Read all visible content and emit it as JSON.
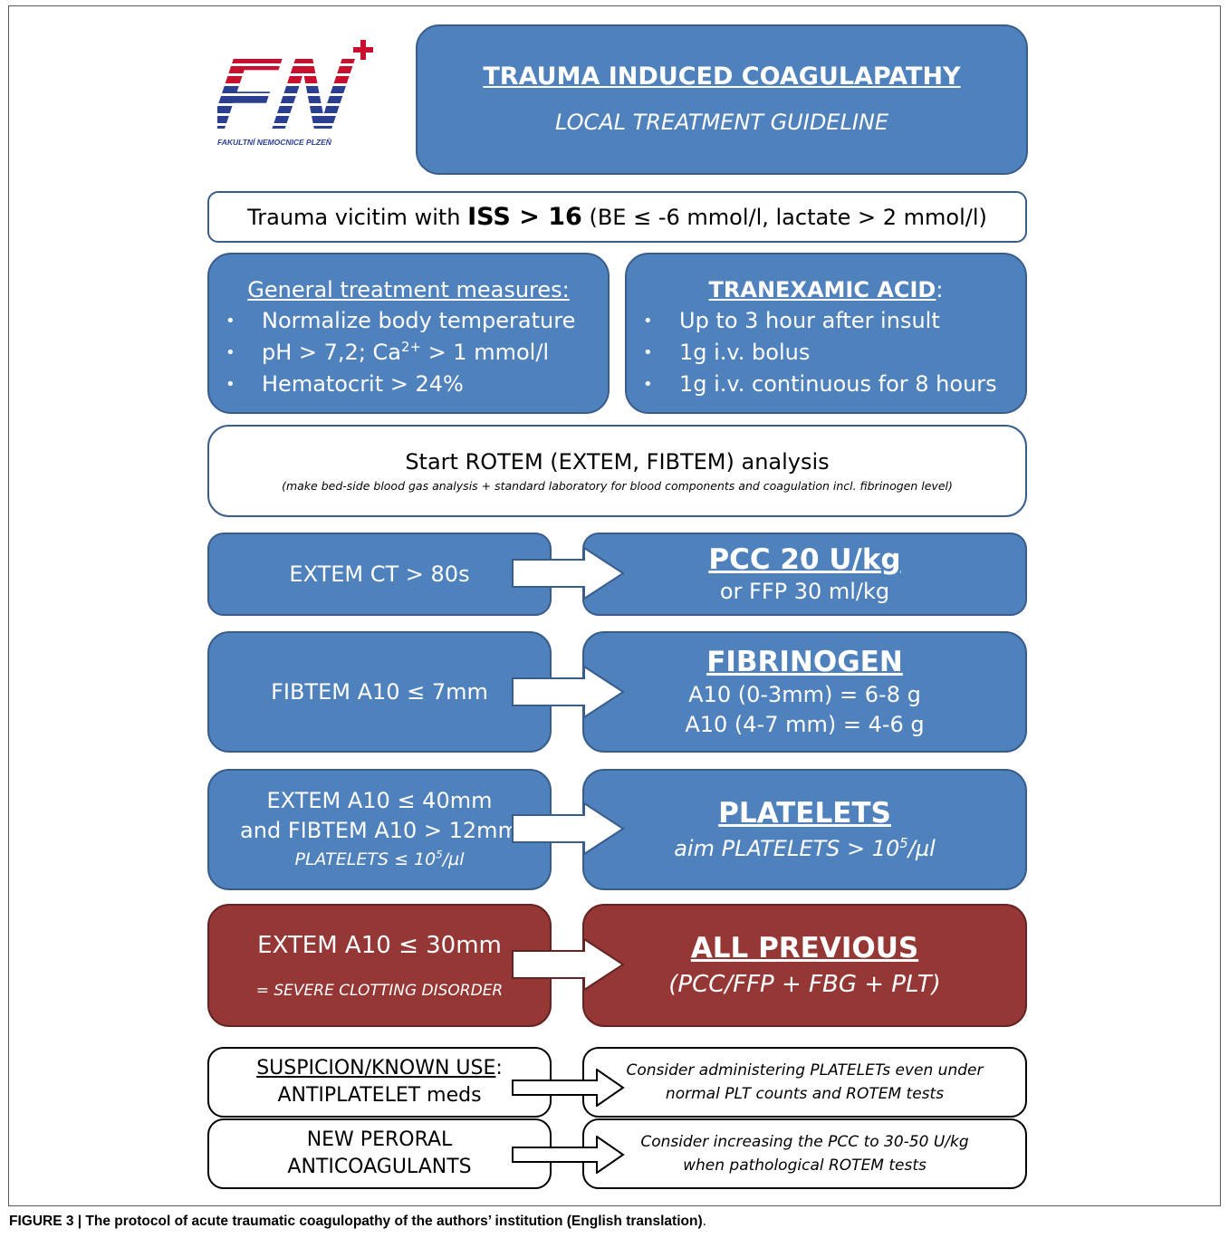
{
  "header": {
    "logo_text": "FN",
    "logo_subtitle": "FAKULTNÍ NEMOCNICE PLZEŇ",
    "title": "TRAUMA INDUCED COAGULAPATHY",
    "subtitle": "LOCAL TREATMENT GUIDELINE"
  },
  "entry": {
    "prefix": "Trauma vicitim with ",
    "bold": "ISS > 16",
    "suffix": " (BE ≤ -6 mmol/l, lactate > 2 mmol/l)"
  },
  "general": {
    "heading": "General treatment measures:",
    "items": [
      "Normalize body temperature",
      "pH > 7,2;  Ca",
      "2+",
      " > 1 mmol/l",
      "Hematocrit > 24%"
    ]
  },
  "tranexamic": {
    "heading": "TRANEXAMIC ACID",
    "colon": ":",
    "items": [
      "Up to 3 hour after insult",
      "1g i.v. bolus",
      "1g i.v. continuous for 8 hours"
    ]
  },
  "rotem": {
    "title": "Start ROTEM (EXTEM, FIBTEM) analysis",
    "note": "(make bed-side blood gas analysis + standard laboratory for blood components and coagulation incl. fibrinogen level)"
  },
  "rules": [
    {
      "condition": [
        "EXTEM CT > 80s"
      ],
      "action_title": "PCC 20 U/kg",
      "action_lines": [
        "or FFP 30 ml/kg"
      ]
    },
    {
      "condition": [
        "FIBTEM A10 ≤ 7mm"
      ],
      "action_title": "FIBRINOGEN",
      "action_lines": [
        "A10 (0-3mm) = 6-8 g",
        "A10 (4-7 mm) = 4-6 g"
      ]
    },
    {
      "condition": [
        "EXTEM A10 ≤ 40mm",
        "and FIBTEM A10 > 12mm",
        "PLATELETS ≤ 10",
        "5",
        "/µl"
      ],
      "action_title": "PLATELETS",
      "action_lines": [
        "aim PLATELETS > 10",
        "5",
        "/µl"
      ]
    },
    {
      "condition": [
        "EXTEM A10 ≤ 30mm",
        "= SEVERE CLOTTING DISORDER"
      ],
      "action_title": "ALL PREVIOUS",
      "action_lines": [
        "(PCC/FFP + FBG + PLT)"
      ]
    }
  ],
  "special": [
    {
      "condition": [
        "SUSPICION/KNOWN USE",
        ":",
        "ANTIPLATELET meds"
      ],
      "action": [
        "Consider administering PLATELETs even under",
        "normal PLT counts and ROTEM tests"
      ]
    },
    {
      "condition": [
        "NEW PERORAL",
        "ANTICOAGULANTS"
      ],
      "action": [
        "Consider increasing the PCC to 30-50 U/kg",
        "when pathological ROTEM tests"
      ]
    }
  ],
  "caption": {
    "label": "FIGURE 3 | The protocol of acute traumatic coagulopathy of the authors’ institution (English translation)",
    "end": "."
  },
  "colors": {
    "blue_fill": "#4f81bd",
    "blue_border": "#385d8a",
    "red_fill": "#953735",
    "logo_red": "#c8102e",
    "logo_blue": "#2a3f8f"
  }
}
